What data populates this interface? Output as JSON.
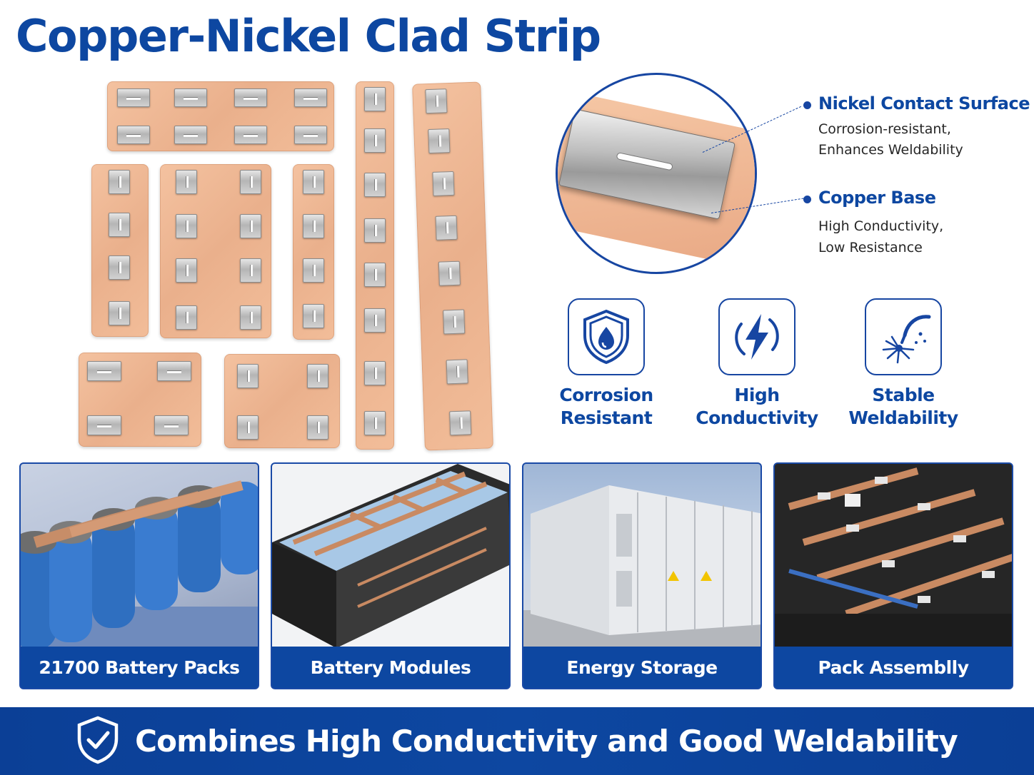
{
  "title": "Copper-Nickel Clad Strip",
  "colors": {
    "brand_blue": "#0d47a1",
    "copper": "#eab08c",
    "nickel": "#bdbdbd",
    "white": "#ffffff"
  },
  "detail_callouts": [
    {
      "title": "Nickel Contact Surface",
      "lines": [
        "Corrosion-resistant,",
        "Enhances Weldability"
      ]
    },
    {
      "title": "Copper Base",
      "lines": [
        "High Conductivity,",
        "Low Resistance"
      ]
    }
  ],
  "features": [
    {
      "icon": "shield-droplet-icon",
      "label_line1": "Corrosion",
      "label_line2": "Resistant"
    },
    {
      "icon": "lightning-bolt-icon",
      "label_line1": "High",
      "label_line2": "Conductivity"
    },
    {
      "icon": "welding-torch-icon",
      "label_line1": "Stable",
      "label_line2": "Weldability"
    }
  ],
  "applications": [
    {
      "label": "21700 Battery Packs"
    },
    {
      "label": "Battery Modules"
    },
    {
      "label": "Energy Storage"
    },
    {
      "label": "Pack Assemblly"
    }
  ],
  "banner": {
    "icon": "shield-check-icon",
    "text": "Combines High Conductivity and Good Weldability"
  }
}
